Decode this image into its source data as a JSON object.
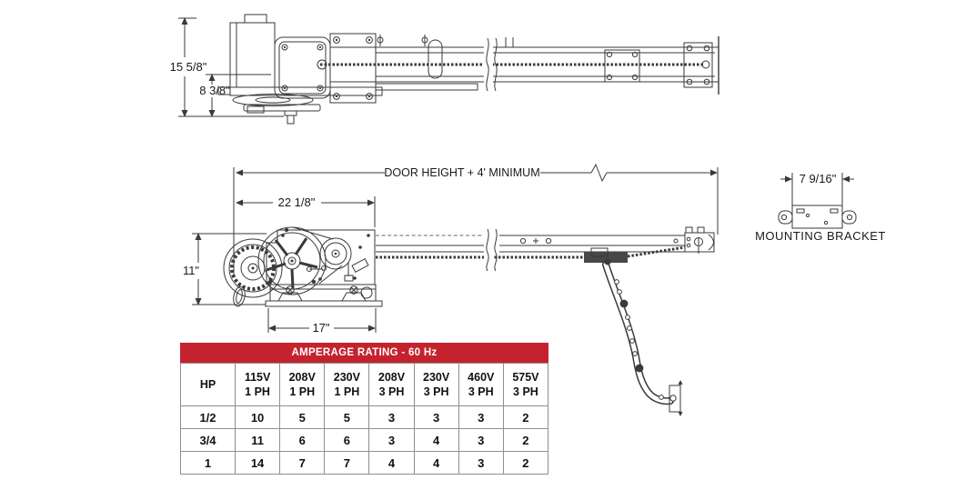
{
  "top_view": {
    "dim_overall_height": "15 5/8\"",
    "dim_rail_center_height": "8 3/8\""
  },
  "side_view": {
    "dim_rail_length": "DOOR HEIGHT + 4' MINIMUM",
    "dim_head_length": "22 1/8\"",
    "dim_head_height": "11\"",
    "dim_base_length": "17\""
  },
  "mounting_bracket": {
    "dim_width": "7 9/16\"",
    "label": "MOUNTING BRACKET"
  },
  "amperage_table": {
    "title": "AMPERAGE RATING - 60 Hz",
    "columns": [
      {
        "label": "HP",
        "sub": ""
      },
      {
        "label": "115V",
        "sub": "1 PH"
      },
      {
        "label": "208V",
        "sub": "1 PH"
      },
      {
        "label": "230V",
        "sub": "1 PH"
      },
      {
        "label": "208V",
        "sub": "3 PH"
      },
      {
        "label": "230V",
        "sub": "3 PH"
      },
      {
        "label": "460V",
        "sub": "3 PH"
      },
      {
        "label": "575V",
        "sub": "3 PH"
      }
    ],
    "rows": [
      {
        "hp": "1/2",
        "values": [
          "10",
          "5",
          "5",
          "3",
          "3",
          "3",
          "2"
        ]
      },
      {
        "hp": "3/4",
        "values": [
          "11",
          "6",
          "6",
          "3",
          "4",
          "3",
          "2"
        ]
      },
      {
        "hp": "1",
        "values": [
          "14",
          "7",
          "7",
          "4",
          "4",
          "3",
          "2"
        ]
      }
    ]
  },
  "colors": {
    "table_header_bg": "#C4232E",
    "table_header_text": "#FFFFFF",
    "table_grid": "#8F8F8F",
    "line_art": "#3A3A3A"
  }
}
